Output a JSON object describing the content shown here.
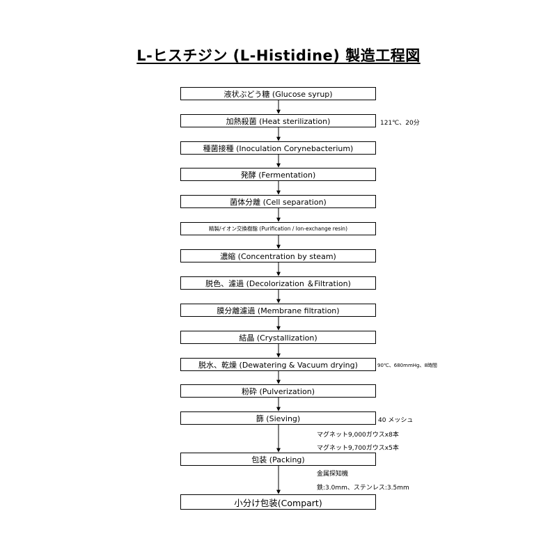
{
  "title": "L-ヒスチジン (L-Histidine) 製造工程図",
  "steps": [
    "液状ぶどう糖 (Glucose syrup)",
    "加熱殺菌 (Heat sterilization)",
    "種菌接種 (Inoculation Corynebacterium)",
    "発酵 (Fermentation)",
    "菌体分離 (Cell separation)",
    "精製/イオン交換樹脂 (Purification / Ion-exchange resin)",
    "濃縮 (Concentration by steam)",
    "脱色、濾過 (Decolorization ＆Filtration)",
    "膜分離濾過 (Membrane filtration)",
    "結晶 (Crystallization)",
    "脱水、乾燥 (Dewatering & Vacuum drying)",
    "粉砕 (Pulverization)",
    "篩 (Sieving)",
    "包装 (Packing)",
    "小分け包装(Compart)"
  ],
  "notes": {
    "heat": "121℃、20分",
    "drying": "90℃、680mmHg、8時間",
    "mesh": "40 メッシュ",
    "magnet1": "マグネット9,000ガウスx8本",
    "magnet2": "マグネット9,700ガウスx5本",
    "detector": "金属探知機",
    "detector_spec": "鉄:3.0mm、ステンレス:3.5mm"
  }
}
